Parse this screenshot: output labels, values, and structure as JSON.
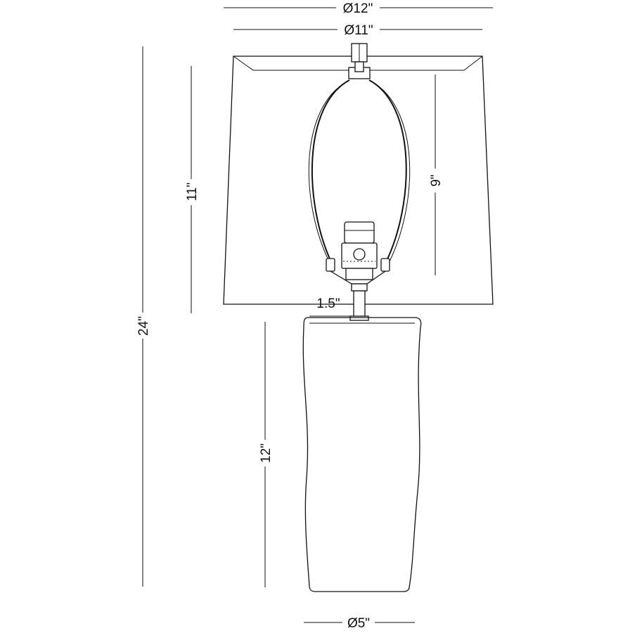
{
  "dimensions": {
    "shade_top_diameter": "Ø12\"",
    "shade_inner_diameter": "Ø11\"",
    "shade_height": "11\"",
    "overall_height": "24\"",
    "harp_height": "9\"",
    "neck_height": "1.5\"",
    "base_height": "12\"",
    "base_diameter": "Ø5\""
  },
  "colors": {
    "line": "#111111",
    "background": "#ffffff"
  }
}
